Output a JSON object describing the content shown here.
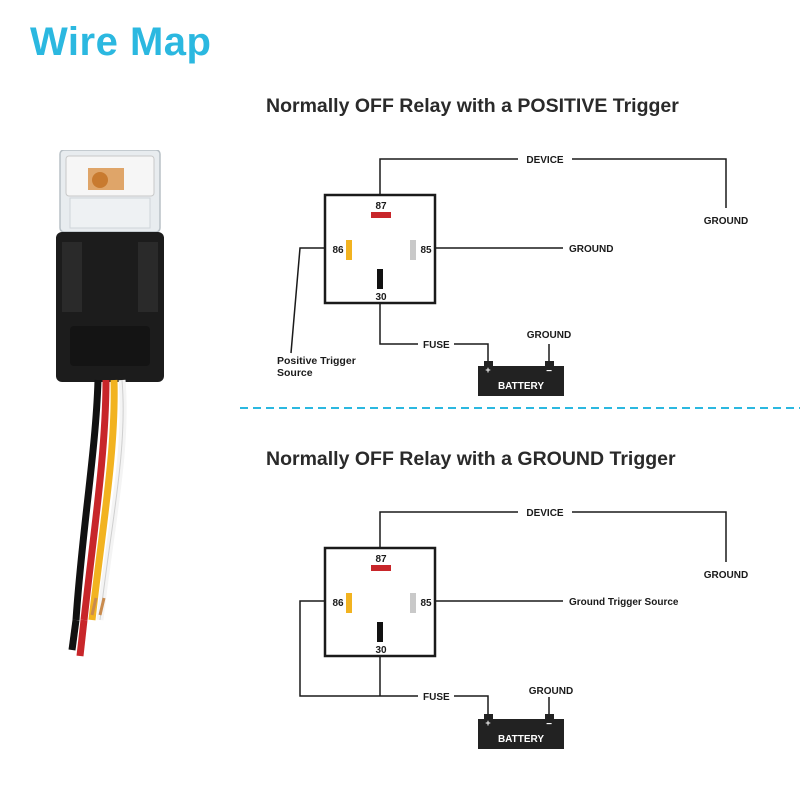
{
  "title": "Wire Map",
  "colors": {
    "accent": "#2bb8e0",
    "pin87": "#c8262a",
    "pin86": "#f2b320",
    "pin85": "#c9c9c9",
    "pin30": "#111111",
    "battery": "#222222",
    "divider": "#2bb8e0"
  },
  "product_image": {
    "name": "relay-with-socket-and-wire-leads"
  },
  "diagrams": [
    {
      "title": "Normally OFF Relay with a POSITIVE Trigger",
      "device": "DEVICE",
      "device_ground": "GROUND",
      "pin87": "87",
      "pin86": "86",
      "pin85": "85",
      "pin30": "30",
      "pin85_target": "GROUND",
      "pin86_source_line1": "Positive Trigger",
      "pin86_source_line2": "Source",
      "fuse": "FUSE",
      "battery_ground": "GROUND",
      "battery": "BATTERY",
      "plus": "+",
      "minus": "−"
    },
    {
      "title": "Normally OFF Relay with a GROUND Trigger",
      "device": "DEVICE",
      "device_ground": "GROUND",
      "pin87": "87",
      "pin86": "86",
      "pin85": "85",
      "pin30": "30",
      "pin85_target": "Ground Trigger Source",
      "fuse": "FUSE",
      "battery_ground": "GROUND",
      "battery": "BATTERY",
      "plus": "+",
      "minus": "−"
    }
  ]
}
